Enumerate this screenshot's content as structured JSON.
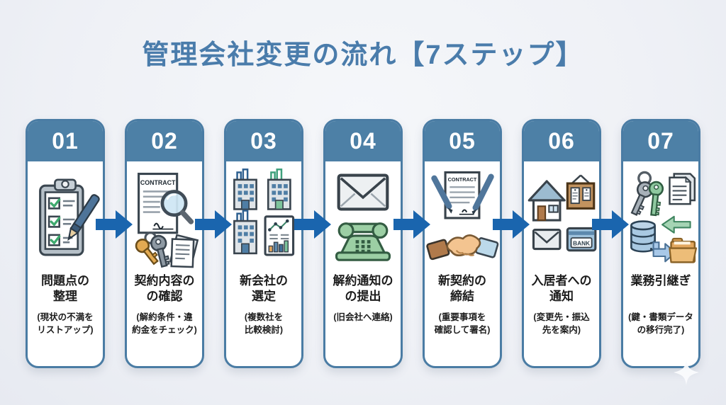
{
  "title": "管理会社変更の流れ【7ステップ】",
  "colors": {
    "accent_blue": "#4d80a6",
    "arrow_blue": "#1a65ae",
    "title_blue": "#4a7cab",
    "background": "#eff1f6",
    "text_dark": "#1c1c1c"
  },
  "icon_labels": {
    "contract_text": "CONTRACT",
    "bank_text": "BANK"
  },
  "steps": [
    {
      "number": "01",
      "icon": "clipboard-checklist-pen",
      "title": [
        "問題点の",
        "整理"
      ],
      "subtitle": [
        "(現状の不満を",
        "リストアップ)"
      ]
    },
    {
      "number": "02",
      "icon": "contract-magnifier-keys-papers",
      "title": [
        "契約内容の",
        "の確認"
      ],
      "subtitle": [
        "(解約条件・違",
        "約金をチェック)"
      ]
    },
    {
      "number": "03",
      "icon": "buildings-comparison-chart",
      "title": [
        "新会社の",
        "選定"
      ],
      "subtitle": [
        "(複数社を",
        "比較検討)"
      ]
    },
    {
      "number": "04",
      "icon": "envelope-telephone",
      "title": [
        "解約通知の",
        "の提出"
      ],
      "subtitle": [
        "(旧会社へ連絡)"
      ]
    },
    {
      "number": "05",
      "icon": "contract-signing-handshake",
      "title": [
        "新契約の",
        "締結"
      ],
      "subtitle": [
        "(重要事項を",
        "確認して署名)"
      ]
    },
    {
      "number": "06",
      "icon": "house-noticeboard-mail-bank",
      "title": [
        "入居者への",
        "通知"
      ],
      "subtitle": [
        "(変更先・振込",
        "先を案内)"
      ]
    },
    {
      "number": "07",
      "icon": "keys-documents-database-folder",
      "title": [
        "業務引継ぎ"
      ],
      "subtitle": [
        "(鍵・書類データ",
        "の移行完了)"
      ]
    }
  ]
}
